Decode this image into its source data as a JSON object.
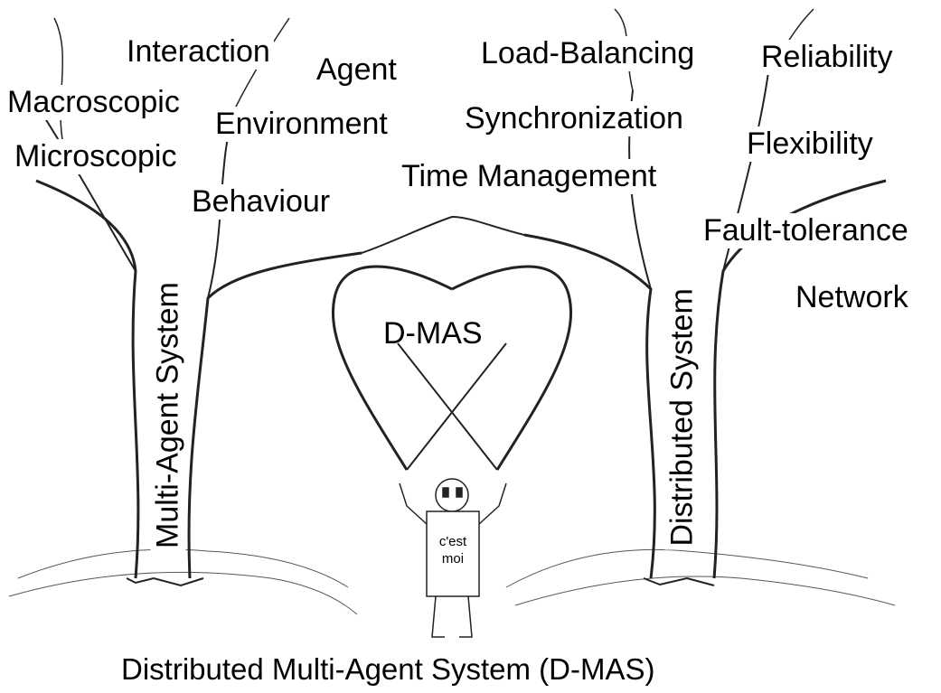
{
  "labels": {
    "interaction": "Interaction",
    "agent": "Agent",
    "load_balancing": "Load-Balancing",
    "reliability": "Reliability",
    "macroscopic": "Macroscopic",
    "environment": "Environment",
    "synchronization": "Synchronization",
    "flexibility": "Flexibility",
    "microscopic": "Microscopic",
    "time_management": "Time Management",
    "behaviour": "Behaviour",
    "fault_tolerance": "Fault-tolerance",
    "network": "Network",
    "dmas": "D-MAS"
  },
  "trees": {
    "left": "Multi-Agent System",
    "right": "Distributed System"
  },
  "robot": {
    "sign": "c'est\nmoi"
  },
  "caption": "Distributed Multi-Agent System (D-MAS)"
}
